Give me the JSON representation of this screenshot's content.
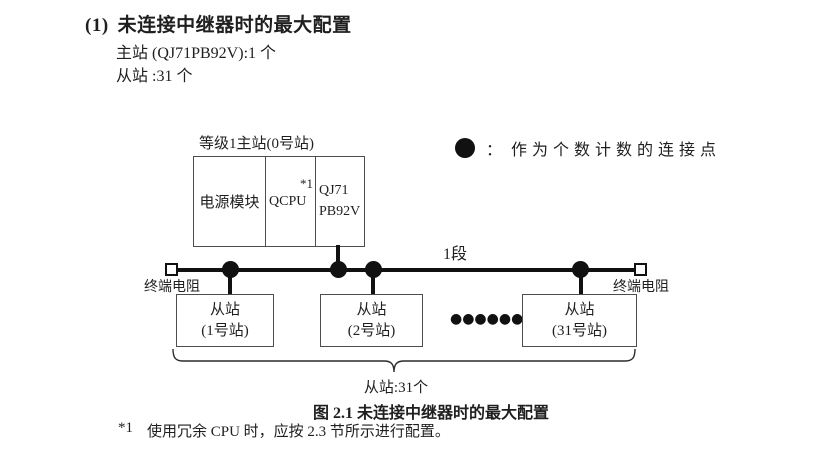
{
  "heading": {
    "number": "(1)",
    "title": "未连接中继器时的最大配置",
    "master_count": "主站 (QJ71PB92V):1 个",
    "slave_count": "从站 :31 个"
  },
  "legend": {
    "separator": "：",
    "text": "作为个数计数的连接点"
  },
  "master_station": {
    "label": "等级1主站(0号站)",
    "modules": {
      "power": "电源模块",
      "cpu": "QCPU",
      "cpu_note": "*1",
      "network_line1": "QJ71",
      "network_line2": "PB92V"
    }
  },
  "bus": {
    "segment_label": "1段",
    "terminator_left_label": "终端电阻",
    "terminator_right_label": "终端电阻"
  },
  "slaves": [
    {
      "name": "从站",
      "station": "(1号站)"
    },
    {
      "name": "从站",
      "station": "(2号站)"
    },
    {
      "name": "从站",
      "station": "(31号站)"
    }
  ],
  "ellipsis": "●●●●●●",
  "brace_label": "从站:31个",
  "caption": "图 2.1 未连接中继器时的最大配置",
  "footnote": {
    "marker": "*1",
    "text": "使用冗余 CPU 时，应按 2.3 节所示进行配置。"
  },
  "colors": {
    "background": "#ffffff",
    "text": "#1f1f1f",
    "line": "#111111",
    "box_border": "#4d4d4d"
  }
}
